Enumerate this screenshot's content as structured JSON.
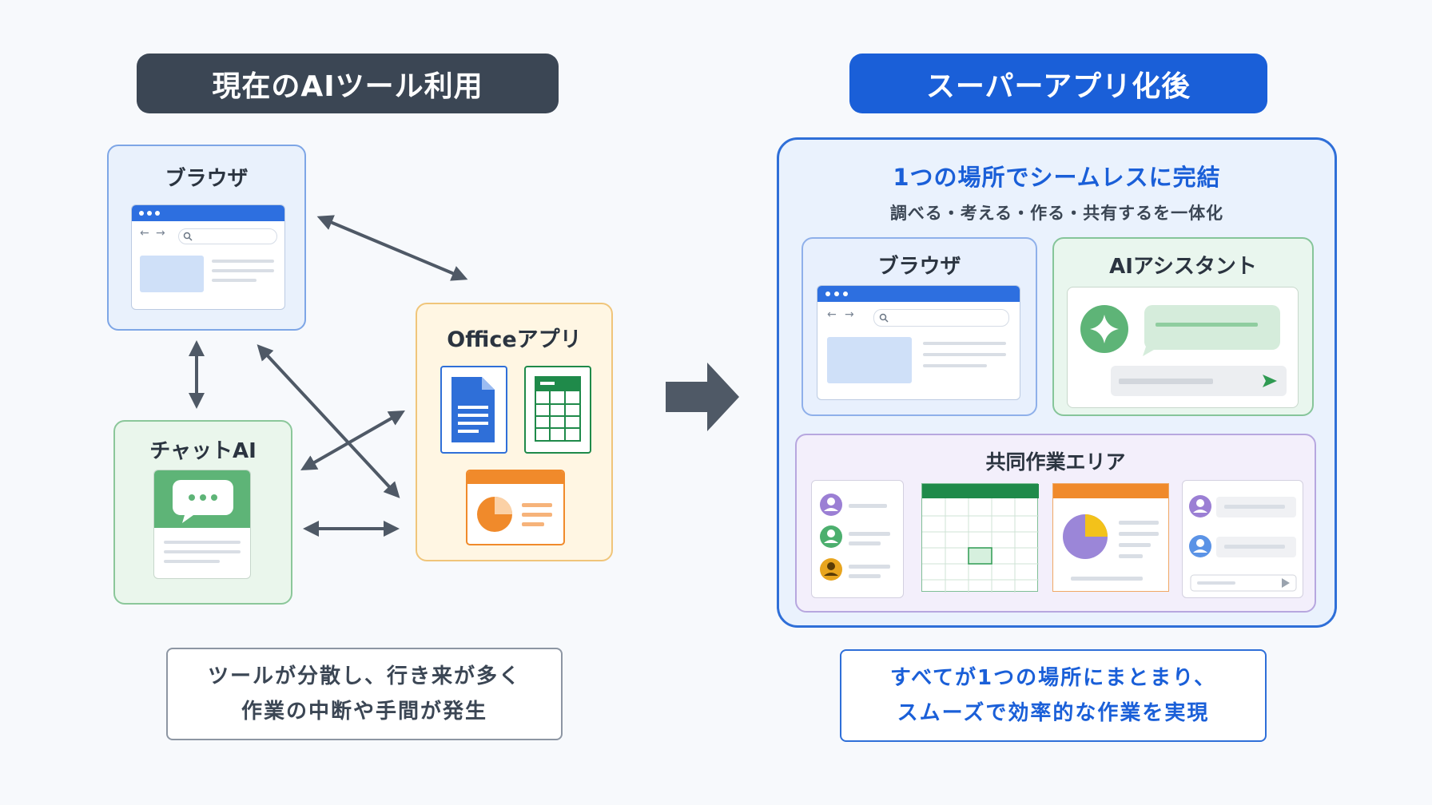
{
  "left": {
    "header": "現在のAIツール利用",
    "browser_label": "ブラウザ",
    "chat_label": "チャットAI",
    "office_label": "Officeアプリ",
    "caption_line1": "ツールが分散し、行き来が多く",
    "caption_line2": "作業の中断や手間が発生"
  },
  "right": {
    "header": "スーパーアプリ化後",
    "panel_title": "1つの場所でシームレスに完結",
    "panel_subtitle": "調べる・考える・作る・共有するを一体化",
    "browser_label": "ブラウザ",
    "ai_label": "AIアシスタント",
    "collab_label": "共同作業エリア",
    "caption_line1": "すべてが1つの場所にまとまり、",
    "caption_line2": "スムーズで効率的な作業を実現"
  },
  "icons": {
    "chat": "chat-bubble-icon",
    "ai": "sparkle-icon",
    "send": "send-icon",
    "doc": "document-icon",
    "sheet": "spreadsheet-icon",
    "slide": "presentation-icon"
  },
  "colors": {
    "dark_header": "#3b4654",
    "blue_header": "#1a5fd8",
    "browser_accent": "#2d6fe0",
    "chat_green": "#4caf6e",
    "office_orange": "#f08a2b",
    "sheet_green": "#1f8a4a",
    "collab_purple": "#7d5bc7"
  }
}
